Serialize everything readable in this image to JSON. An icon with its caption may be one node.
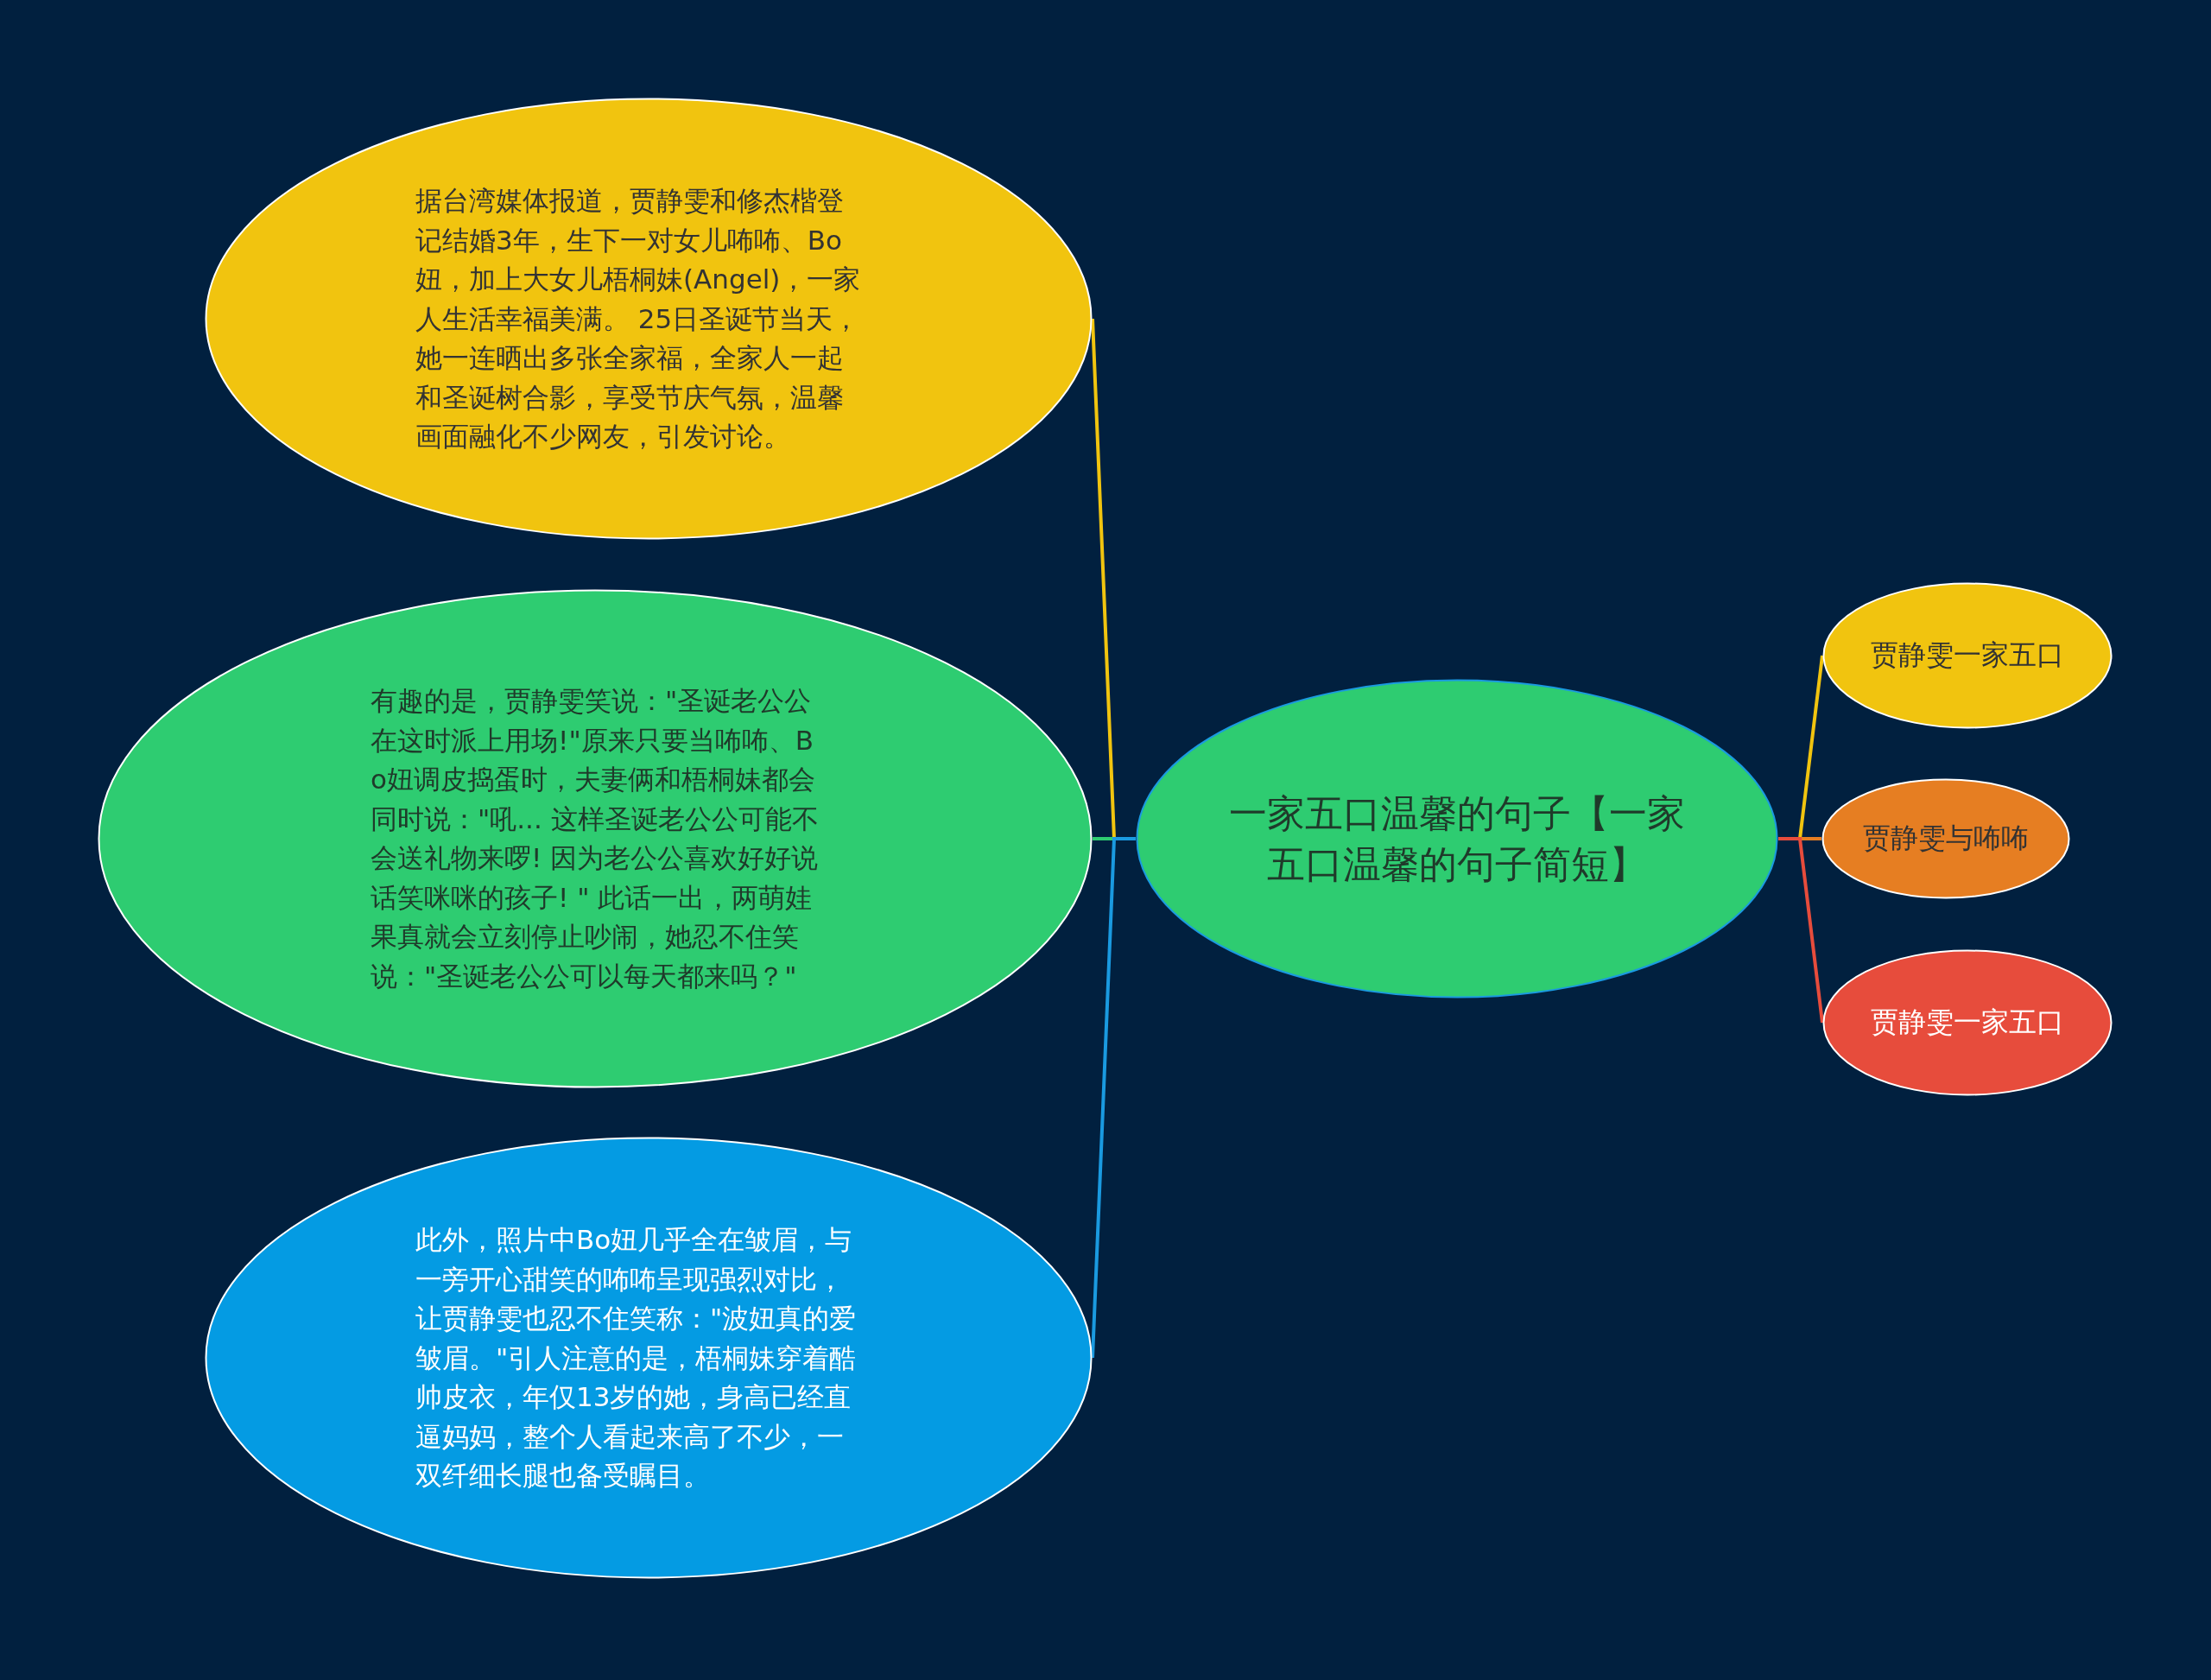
{
  "diagram": {
    "nodes": [
      {
        "text": [
          "一家五口温馨的句子【一家五口温馨的句子简短】"
        ]
      },
      {
        "text": [
          "据台湾媒体报道，贾静雯和修杰楷登记结婚3年，生下一对女儿咘咘、Bo妞，加上大女儿梧桐妹(Angel)，一家人生活幸福美满。 25日圣诞节当天，她一连晒出多张全家福，全家人一起和圣诞树合影，享受节庆气氛，温馨画面融化不少网友，引发讨论。"
        ]
      },
      {
        "text": [
          "有趣的是，贾静雯笑说：\"圣诞老公公在这时派上用场!\"原来只要当咘咘、Bo妞调皮捣蛋时，夫妻俩和梧桐妹都会同时说：\"吼... 这样圣诞老公公可能不会送礼物来啰! 因为老公公喜欢好好说话笑咪咪的孩子! \" 此话一出，两萌娃果真就会立刻停止吵闹，她忍不住笑说：\"圣诞老公公可以每天都来吗？\""
        ]
      },
      {
        "text": [
          "此外，照片中Bo妞几乎全在皱眉，与一旁开心甜笑的咘咘呈现强烈对比，让贾静雯也忍不住笑称：\"波妞真的爱皱眉。\"引人注意的是，梧桐妹穿着酷帅皮衣，年仅13岁的她，身高已经直逼妈妈，整个人看起来高了不少，一双纤细长腿也备受瞩目。"
        ]
      },
      {
        "text": [
          "贾静雯一家五口"
        ]
      },
      {
        "text": [
          "贾静雯与咘咘"
        ]
      },
      {
        "text": [
          "贾静雯一家五口"
        ]
      }
    ],
    "edges": [
      {
        "from": 0,
        "to": 1,
        "arrow": "none",
        "color": "#f1c40f"
      },
      {
        "from": 0,
        "to": 2,
        "arrow": "none",
        "color": "#2ecc71"
      },
      {
        "from": 0,
        "to": 3,
        "arrow": "none",
        "color": "#1a9ae0"
      },
      {
        "from": 0,
        "to": 4,
        "arrow": "none",
        "color": "#f1c40f"
      },
      {
        "from": 0,
        "to": 5,
        "arrow": "none",
        "color": "#e67e22"
      },
      {
        "from": 0,
        "to": 6,
        "arrow": "none",
        "color": "#e74c3c"
      }
    ]
  }
}
